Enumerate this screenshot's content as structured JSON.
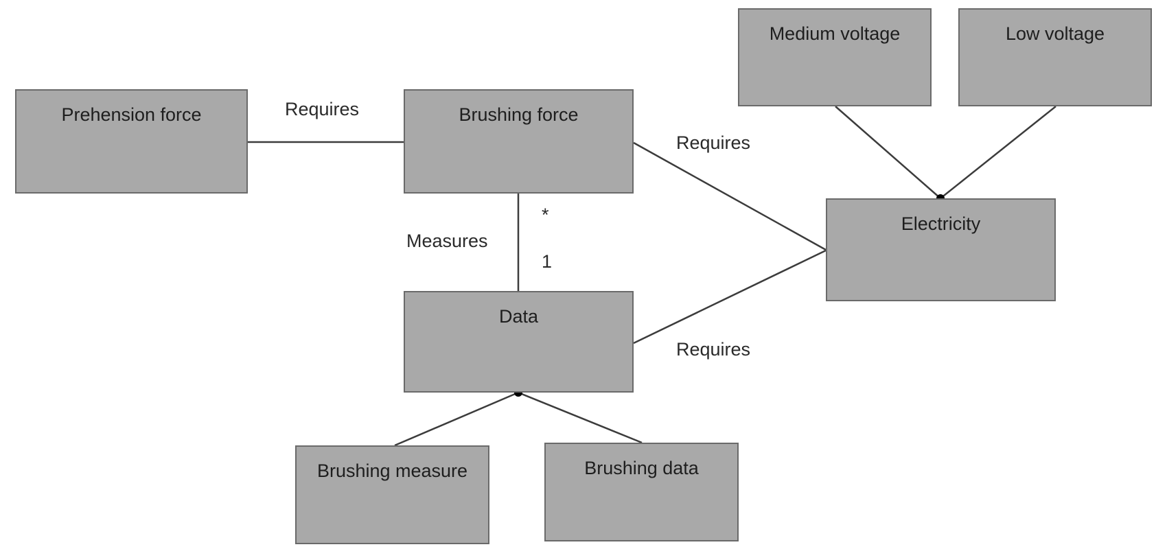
{
  "colors": {
    "box_fill": "#a9a9a9",
    "box_border": "#6a6a6a",
    "line": "#3c3c3c",
    "text": "#1e1e1e"
  },
  "nodes": {
    "prehension_force": "Prehension force",
    "brushing_force": "Brushing force",
    "data": "Data",
    "electricity": "Electricity",
    "medium_voltage": "Medium voltage",
    "low_voltage": "Low voltage",
    "brushing_measure": "Brushing measure",
    "brushing_data": "Brushing data"
  },
  "edge_labels": {
    "prehension_requires": "Requires",
    "brushing_force_requires": "Requires",
    "data_requires": "Requires",
    "measures": "Measures",
    "multiplicity_many": "*",
    "multiplicity_one": "1"
  }
}
